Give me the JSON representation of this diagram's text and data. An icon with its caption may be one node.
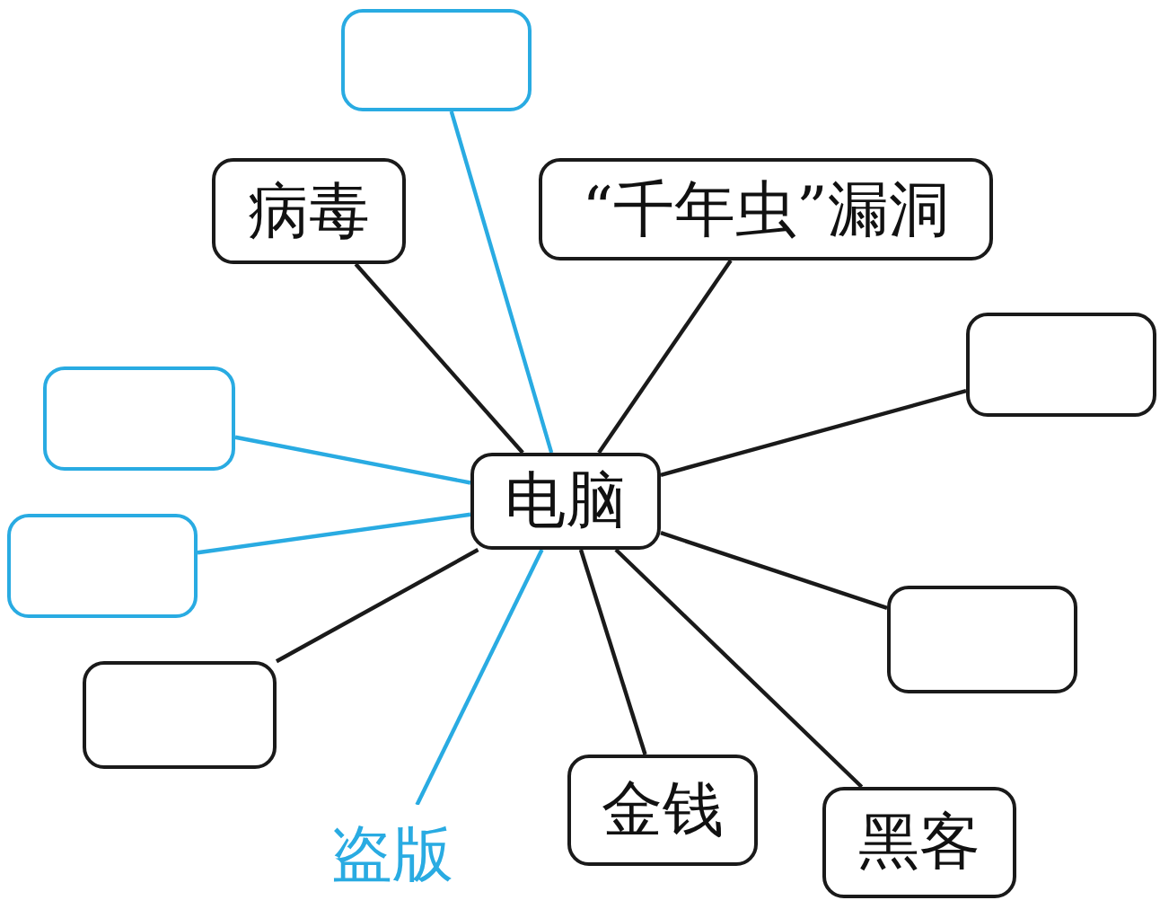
{
  "diagram": {
    "nodes": [
      {
        "text": [
          "电脑"
        ]
      },
      {
        "text": [],
        "shape": "box"
      },
      {
        "text": [
          "病毒"
        ]
      },
      {
        "text": [
          "“千年虫”漏洞"
        ]
      },
      {
        "text": [],
        "shape": "box"
      },
      {
        "text": [],
        "shape": "box"
      },
      {
        "text": [],
        "shape": "box"
      },
      {
        "text": [],
        "shape": "box"
      },
      {
        "text": [],
        "shape": "box"
      },
      {
        "text": [
          "盗版"
        ]
      },
      {
        "text": [
          "金钱"
        ]
      },
      {
        "text": [
          "黑客"
        ]
      }
    ],
    "edges": [
      {
        "from": 0,
        "to": 1,
        "arrow": "none",
        "color": "#29abe2"
      },
      {
        "from": 0,
        "to": 2,
        "arrow": "none"
      },
      {
        "from": 0,
        "to": 3,
        "arrow": "none"
      },
      {
        "from": 0,
        "to": 4,
        "arrow": "none",
        "color": "#29abe2"
      },
      {
        "from": 0,
        "to": 5,
        "arrow": "none"
      },
      {
        "from": 0,
        "to": 6,
        "arrow": "none",
        "color": "#29abe2"
      },
      {
        "from": 0,
        "to": 7,
        "arrow": "none"
      },
      {
        "from": 0,
        "to": 8,
        "arrow": "none"
      },
      {
        "from": 0,
        "to": 9,
        "arrow": "none",
        "color": "#29abe2"
      },
      {
        "from": 0,
        "to": 10,
        "arrow": "none"
      },
      {
        "from": 0,
        "to": 11,
        "arrow": "none"
      }
    ]
  }
}
